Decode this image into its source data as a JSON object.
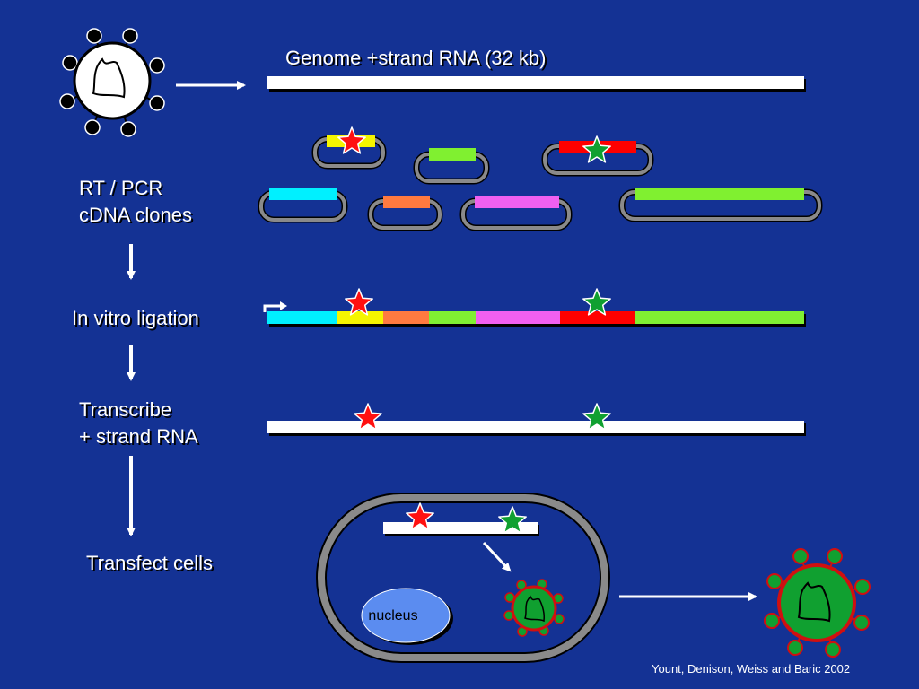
{
  "title": "Genome +strand RNA  (32 kb)",
  "steps": {
    "rt_pcr": [
      "RT / PCR",
      "cDNA clones"
    ],
    "ligation": "In vitro ligation",
    "transcribe": [
      "Transcribe",
      "+ strand RNA"
    ],
    "transfect": "Transfect cells"
  },
  "nucleus_label": "nucleus",
  "citation": "Yount, Denison, Weiss and Baric 2002",
  "colors": {
    "background": "#143294",
    "cyan": "#00f0ff",
    "yellow": "#f5f500",
    "orange": "#ff7a40",
    "green": "#80f030",
    "magenta": "#f060f0",
    "red": "#ff0000",
    "star_red": "#ff1010",
    "star_green": "#10a030"
  }
}
